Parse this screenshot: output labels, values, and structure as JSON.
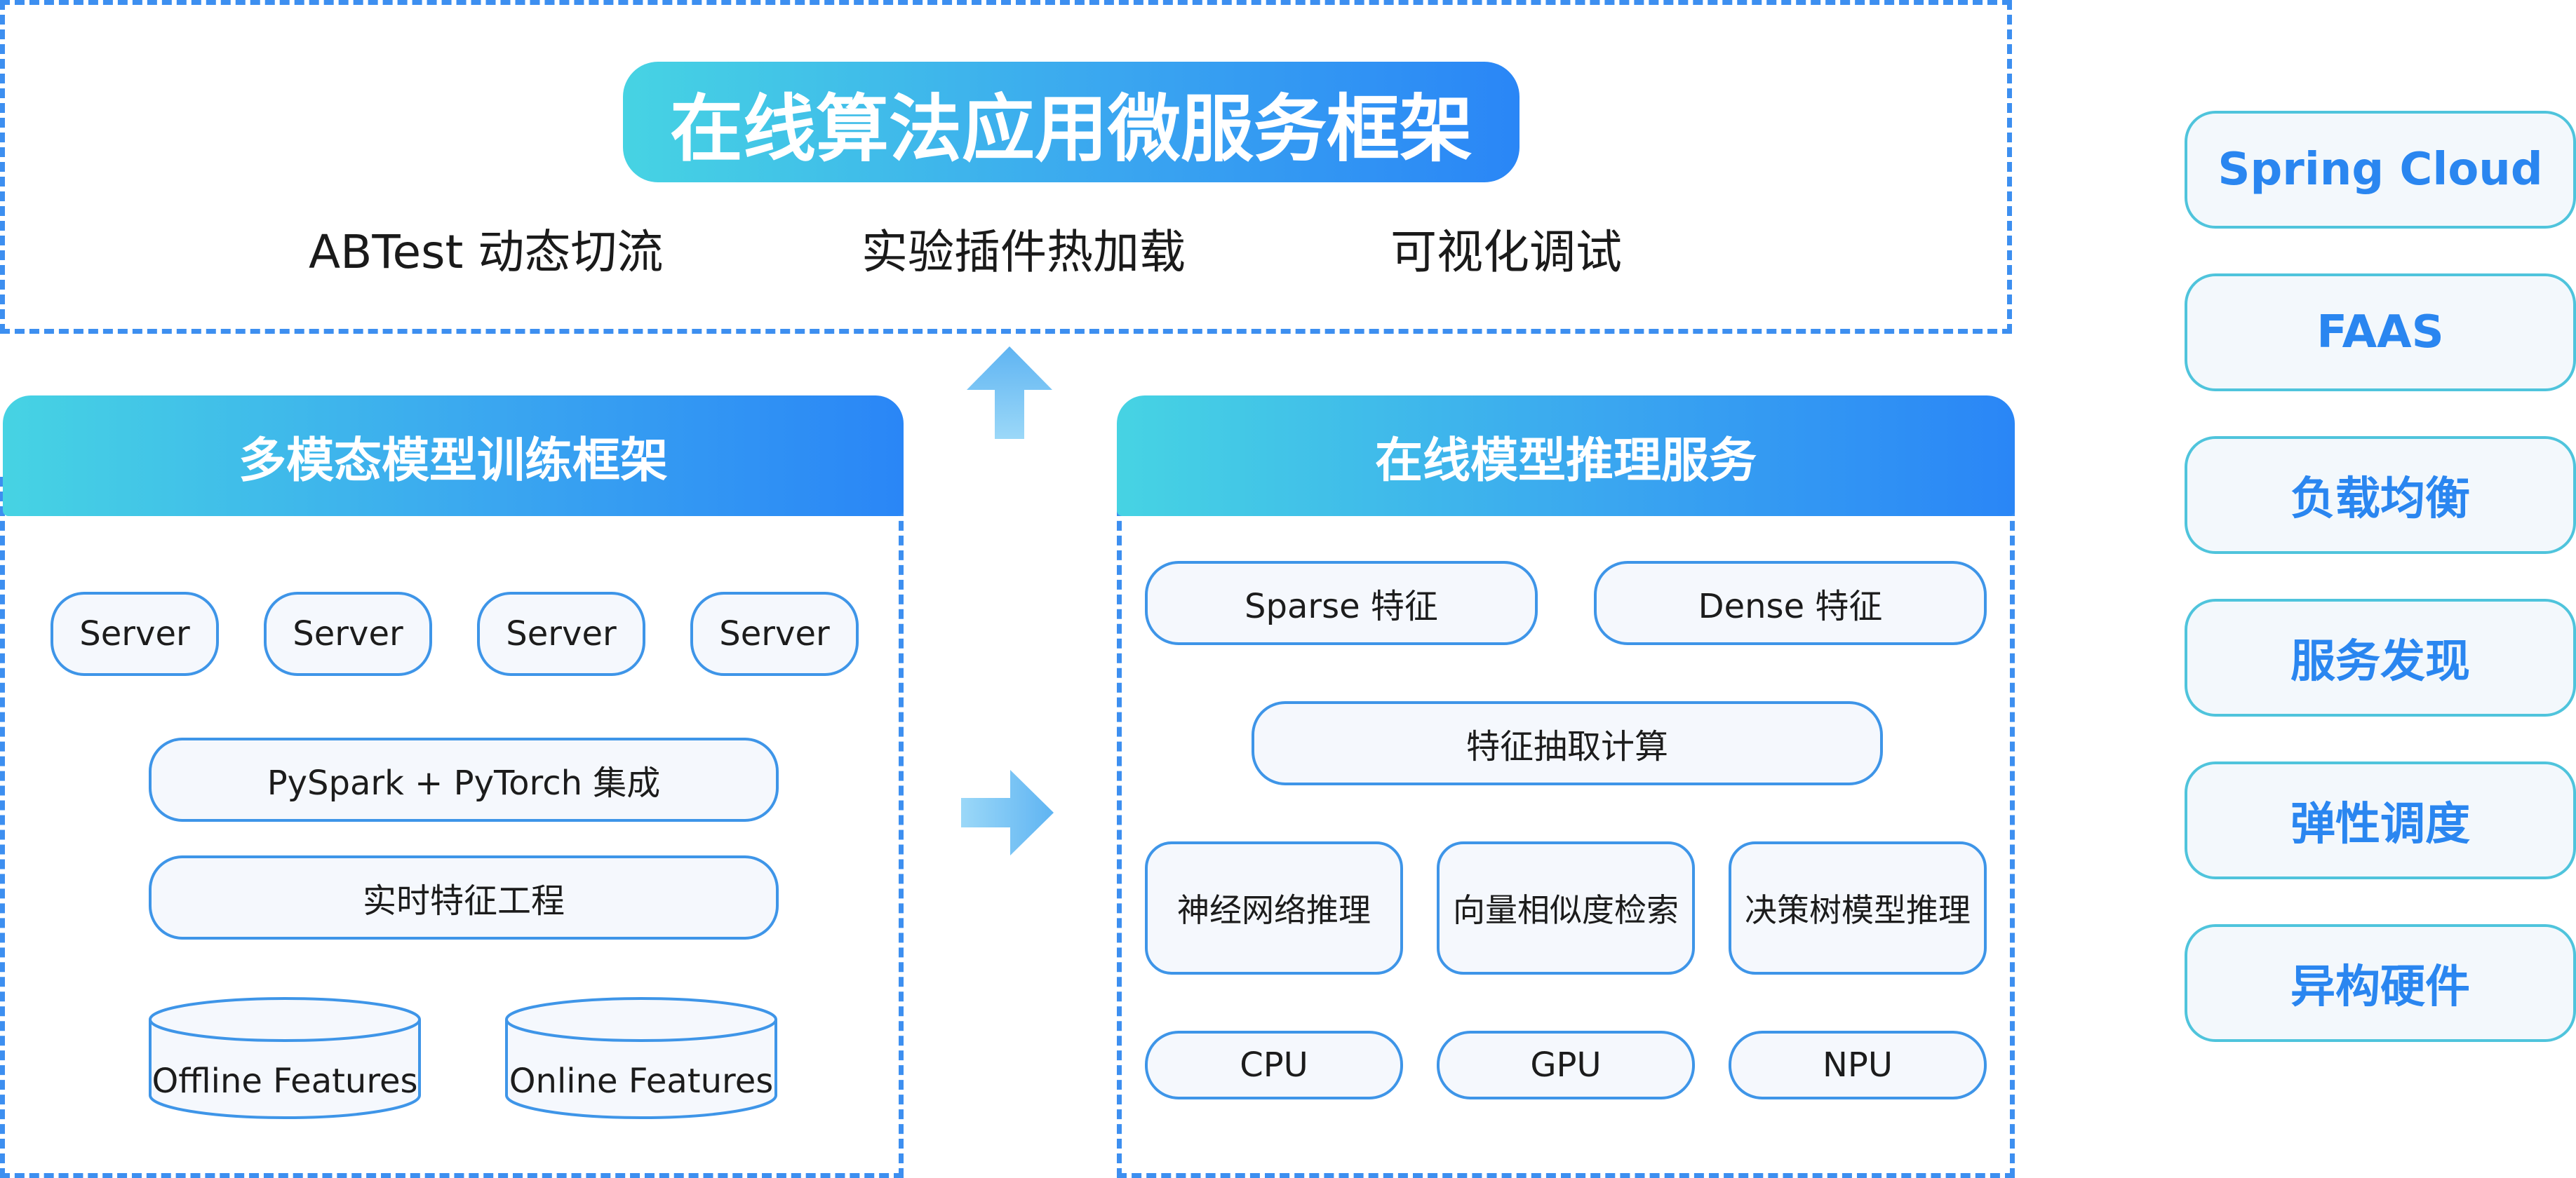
{
  "top_framework": {
    "title": "在线算法应用微服务框架",
    "features": [
      "ABTest 动态切流",
      "实验插件热加载",
      "可视化调试"
    ]
  },
  "training_framework": {
    "title": "多模态模型训练框架",
    "servers": [
      "Server",
      "Server",
      "Server",
      "Server"
    ],
    "integration": "PySpark + PyTorch 集成",
    "feature_engineering": "实时特征工程",
    "stores": [
      "Offline Features",
      "Online Features"
    ]
  },
  "inference_service": {
    "title": "在线模型推理服务",
    "features": [
      "Sparse 特征",
      "Dense 特征"
    ],
    "compute": "特征抽取计算",
    "engines": [
      "神经网络推理",
      "向量相似度检索",
      "决策树模型推理"
    ],
    "hardware": [
      "CPU",
      "GPU",
      "NPU"
    ]
  },
  "infrastructure": [
    "Spring Cloud",
    "FAAS",
    "负载均衡",
    "服务发现",
    "弹性调度",
    "异构硬件"
  ],
  "colors": {
    "accent_blue": "#2a86f6",
    "accent_cyan": "#46d3e3",
    "border_blue": "#3e95e8",
    "box_fill": "#f5f8fd",
    "arrow": "#7ec8f5"
  }
}
